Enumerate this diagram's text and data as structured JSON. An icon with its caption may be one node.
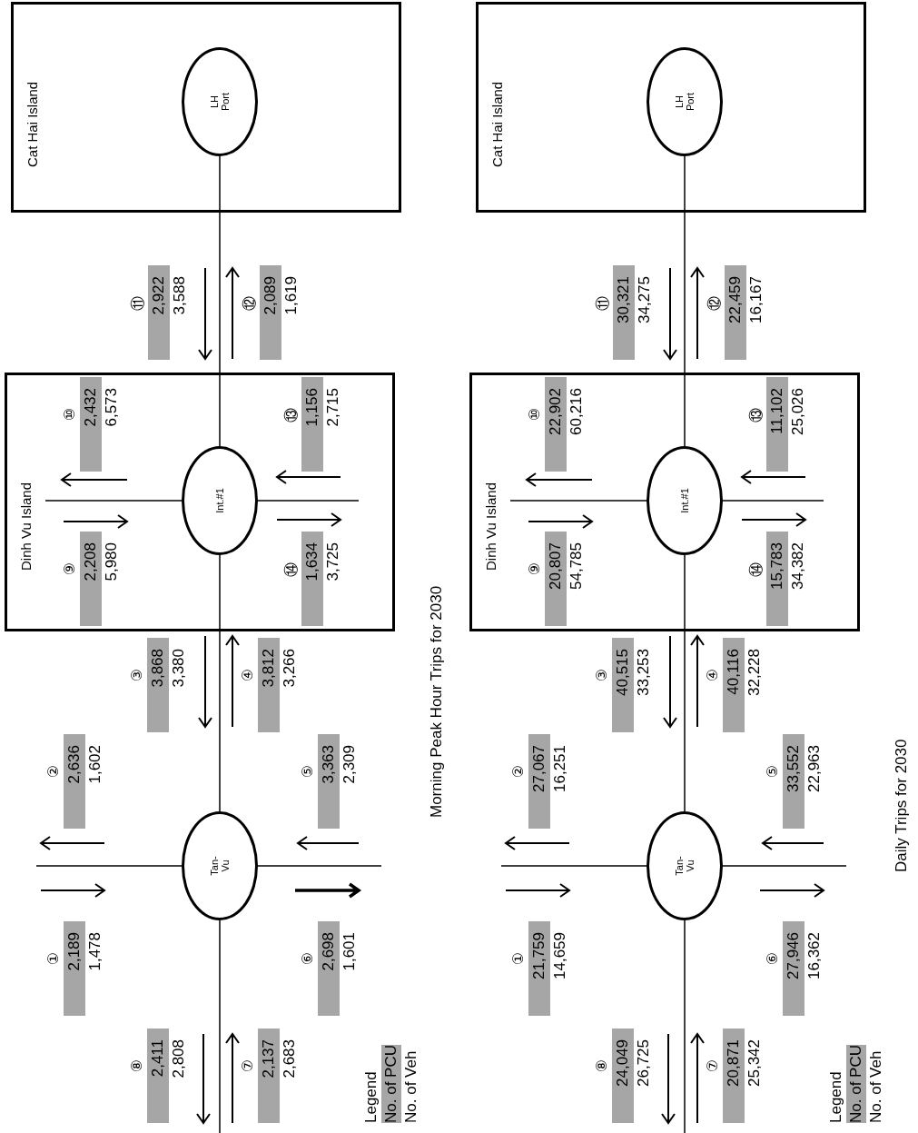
{
  "diagram": {
    "nodes": [
      {
        "text": [
          "Cat Hai Island"
        ]
      },
      {
        "text": [
          "LH Port"
        ],
        "in": 0
      },
      {
        "text": [
          "Dinh Vu Island"
        ]
      },
      {
        "text": [
          "Int.#1"
        ],
        "in": 2
      },
      {
        "text": [
          "Tan- Vu"
        ]
      },
      {
        "text": [
          "2,189"
        ],
        "beside": [
          "①",
          "1,478"
        ]
      },
      {
        "text": [
          "2,636"
        ],
        "beside": [
          "②",
          "1,602"
        ]
      },
      {
        "text": [
          "3,868"
        ],
        "beside": [
          "③",
          "3,380"
        ]
      },
      {
        "text": [
          "3,812"
        ],
        "beside": [
          "④",
          "3,266"
        ]
      },
      {
        "text": [
          "3,363"
        ],
        "beside": [
          "⑤",
          "2,309"
        ]
      },
      {
        "text": [
          "2,698"
        ],
        "beside": [
          "⑥",
          "1,601"
        ]
      },
      {
        "text": [
          "2,137"
        ],
        "beside": [
          "⑦",
          "2,683"
        ]
      },
      {
        "text": [
          "2,411"
        ],
        "beside": [
          "⑧",
          "2,808"
        ]
      },
      {
        "text": [
          "2,208"
        ],
        "beside": [
          "⑨",
          "5,980"
        ],
        "in": 2
      },
      {
        "text": [
          "2,432"
        ],
        "beside": [
          "⑩",
          "6,573"
        ],
        "in": 2
      },
      {
        "text": [
          "2,922"
        ],
        "beside": [
          "⑪",
          "3,588"
        ]
      },
      {
        "text": [
          "2,089"
        ],
        "beside": [
          "⑫",
          "1,619"
        ]
      },
      {
        "text": [
          "1,156"
        ],
        "beside": [
          "⑬",
          "2,715"
        ],
        "in": 2
      },
      {
        "text": [
          "1,634"
        ],
        "beside": [
          "⑭",
          "3,725"
        ],
        "in": 2
      },
      {
        "text": [
          "Cat Hai Island"
        ]
      },
      {
        "text": [
          "LH Port"
        ],
        "in": 19
      },
      {
        "text": [
          "Dinh Vu Island"
        ]
      },
      {
        "text": [
          "Int.#1"
        ],
        "in": 21
      },
      {
        "text": [
          "Tan- Vu"
        ]
      },
      {
        "text": [
          "21,759"
        ],
        "beside": [
          "①",
          "14,659"
        ]
      },
      {
        "text": [
          "27,067"
        ],
        "beside": [
          "②",
          "16,251"
        ]
      },
      {
        "text": [
          "40,515"
        ],
        "beside": [
          "③",
          "33,253"
        ]
      },
      {
        "text": [
          "40,116"
        ],
        "beside": [
          "④",
          "32,228"
        ]
      },
      {
        "text": [
          "33,552"
        ],
        "beside": [
          "⑤",
          "22,963"
        ]
      },
      {
        "text": [
          "27,946"
        ],
        "beside": [
          "⑥",
          "16,362"
        ]
      },
      {
        "text": [
          "20,871"
        ],
        "beside": [
          "⑦",
          "25,342"
        ]
      },
      {
        "text": [
          "24,049"
        ],
        "beside": [
          "⑧",
          "26,725"
        ]
      },
      {
        "text": [
          "20,807"
        ],
        "beside": [
          "⑨",
          "54,785"
        ],
        "in": 21
      },
      {
        "text": [
          "22,902"
        ],
        "beside": [
          "⑩",
          "60,216"
        ],
        "in": 21
      },
      {
        "text": [
          "30,321"
        ],
        "beside": [
          "⑪",
          "34,275"
        ]
      },
      {
        "text": [
          "22,459"
        ],
        "beside": [
          "⑫",
          "16,167"
        ]
      },
      {
        "text": [
          "11,102"
        ],
        "beside": [
          "⑬",
          "25,026"
        ],
        "in": 21
      },
      {
        "text": [
          "15,783"
        ],
        "beside": [
          "⑭",
          "34,382"
        ],
        "in": 21
      }
    ],
    "edges": [
      {
        "from": 4,
        "to": 3,
        "arrow": "none"
      },
      {
        "from": 3,
        "to": 1,
        "arrow": "none"
      },
      {
        "from": null,
        "to": 4,
        "arrow": "none"
      },
      {
        "from": 4,
        "to": null,
        "arrow": "none"
      },
      {
        "from": 4,
        "to": null,
        "arrow": "none"
      },
      {
        "from": 3,
        "to": null,
        "arrow": "none"
      },
      {
        "from": 3,
        "to": null,
        "arrow": "none"
      },
      {
        "from": 23,
        "to": 22,
        "arrow": "none"
      },
      {
        "from": 22,
        "to": 20,
        "arrow": "none"
      },
      {
        "from": null,
        "to": 23,
        "arrow": "none"
      },
      {
        "from": 23,
        "to": null,
        "arrow": "none"
      },
      {
        "from": 23,
        "to": null,
        "arrow": "none"
      },
      {
        "from": 22,
        "to": null,
        "arrow": "none"
      },
      {
        "from": 22,
        "to": null,
        "arrow": "none"
      }
    ],
    "labels": [
      "Legend",
      "Morning Peak Hour Trips for 2030",
      "Legend",
      "Daily Trips for 2030"
    ],
    "legend": [
      {
        "text": "No. of PCU",
        "color": "#a6a6a6"
      },
      {
        "text": "No. of Veh",
        "color": "#ffffff"
      },
      {
        "text": "No. of PCU",
        "color": "#a6a6a6"
      },
      {
        "text": "No. of Veh",
        "color": "#ffffff"
      }
    ]
  }
}
